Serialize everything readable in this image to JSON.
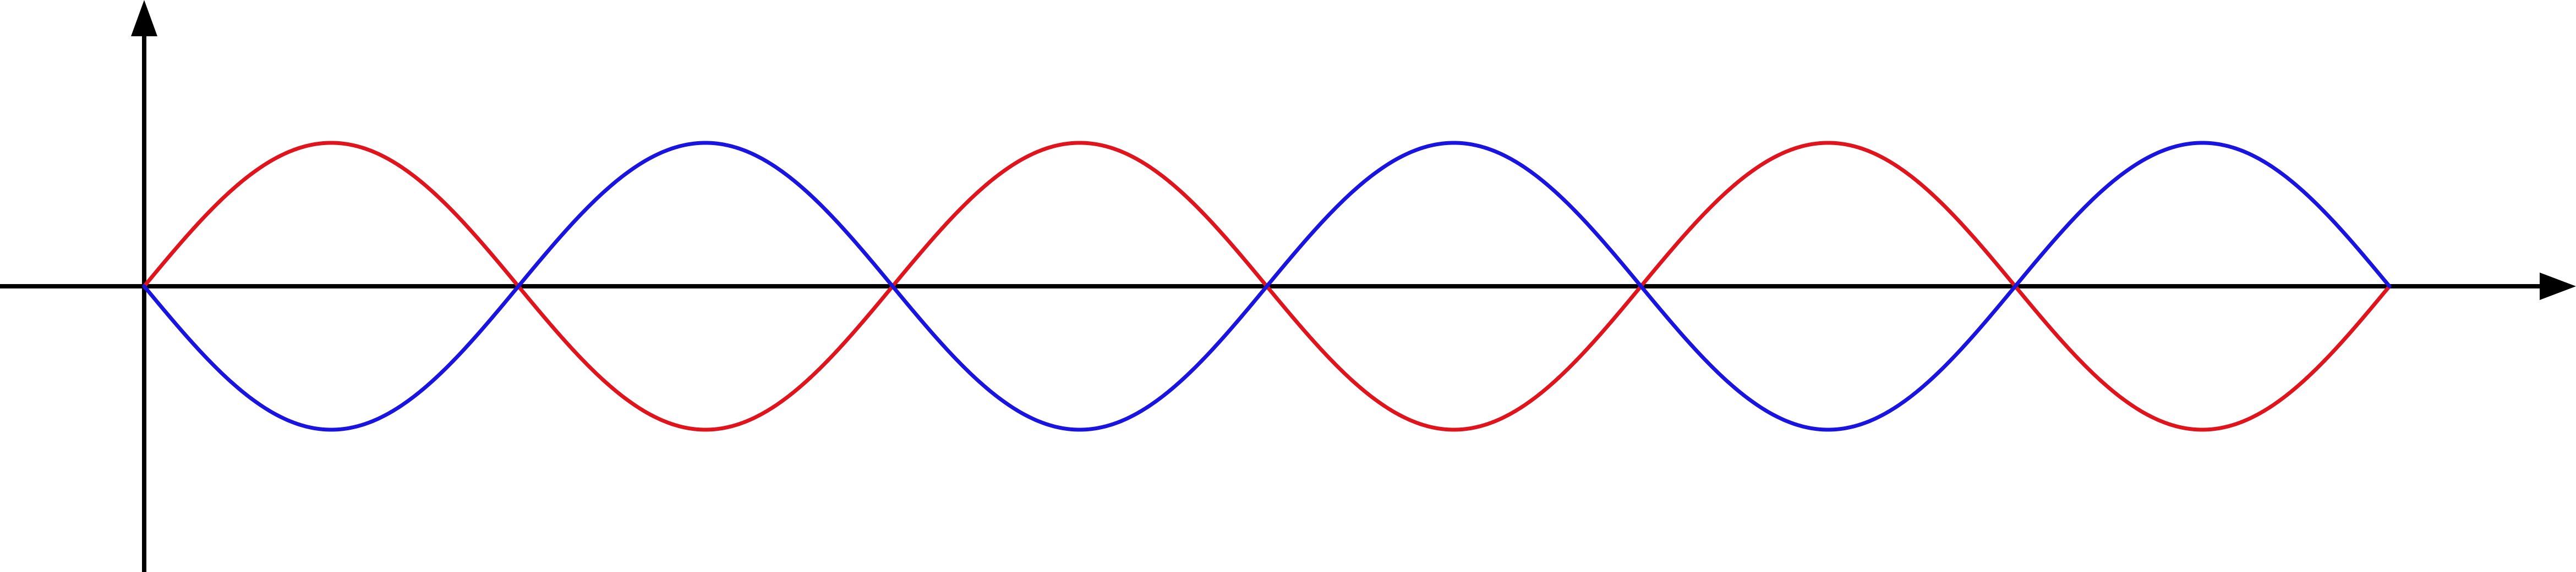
{
  "diagram": {
    "type": "standing-wave",
    "axes": {
      "x_label": "",
      "y_label": "",
      "color": "#000000"
    },
    "waves": [
      {
        "color": "#e0141c",
        "phase_sign": 1
      },
      {
        "color": "#1a14e0",
        "phase_sign": -1
      }
    ],
    "half_wavelength_count": 6,
    "amplitude": 1
  }
}
